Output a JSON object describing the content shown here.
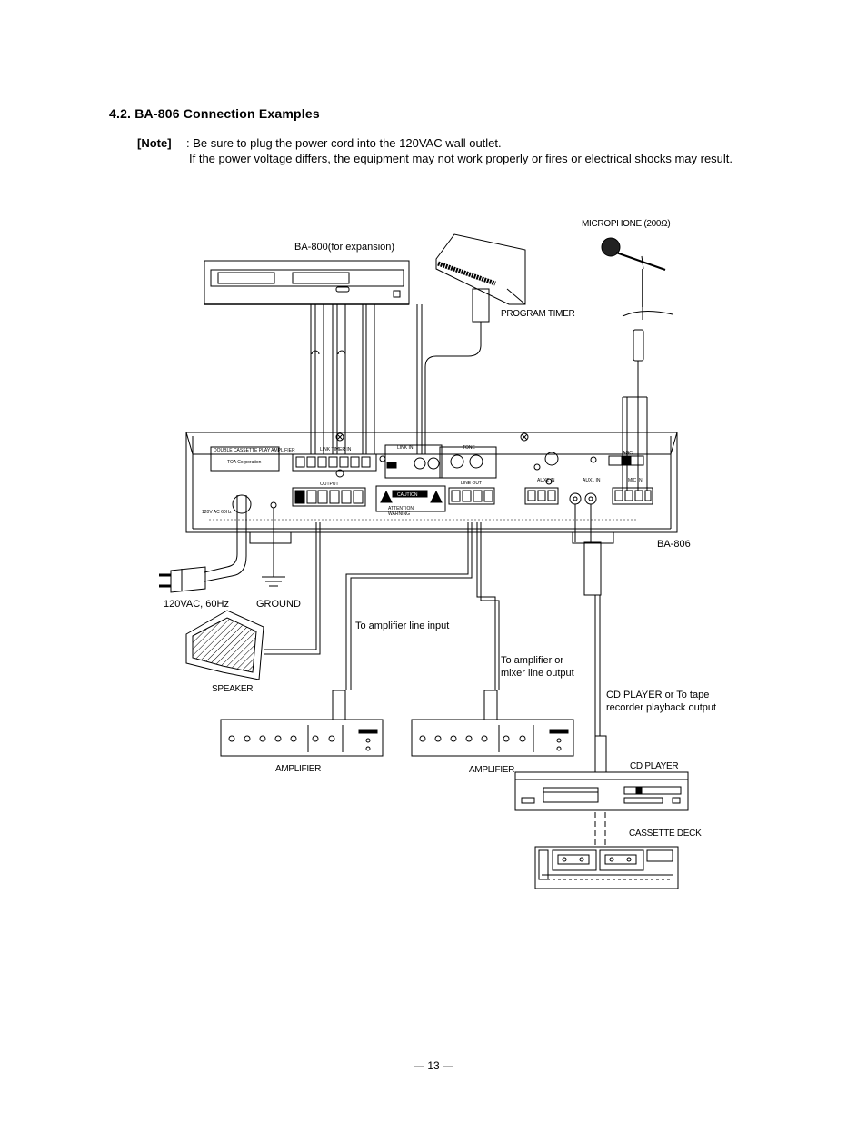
{
  "section": {
    "title": "4.2. BA-806 Connection Examples"
  },
  "note": {
    "key": "[Note]",
    "line1": ": Be sure to plug the power cord into the 120VAC wall outlet.",
    "body": "If the power voltage differs, the equipment may not work properly or fires or electrical shocks may result."
  },
  "labels": {
    "ba800": "BA-800(for expansion)",
    "microphone": "MICROPHONE (200Ω)",
    "program_timer": "PROGRAM TIMER",
    "ba806": "BA-806",
    "power": "120VAC, 60Hz",
    "ground": "GROUND",
    "amp_line_input": "To amplifier line input",
    "mixer_out_1": "To amplifier or",
    "mixer_out_2": "mixer line output",
    "cd_out_1": "CD PLAYER or To tape",
    "cd_out_2": "recorder playback output",
    "speaker": "SPEAKER",
    "amplifier_1": "AMPLIFIER",
    "amplifier_2": "AMPLIFIER",
    "cd_player": "CD PLAYER",
    "cassette_deck": "CASSETTE DECK"
  },
  "panel": {
    "nameplate_1": "DOUBLE CASSETTE PLAY AMPLIFIER",
    "nameplate_2": "TOA Corporation",
    "link_timer": "LINK    TIMER IN",
    "link_in": "LINK IN",
    "tone": "TONE",
    "output": "OUTPUT",
    "line_out": "LINE OUT",
    "aux2": "AUX2  IN",
    "aux1": "AUX1  IN",
    "agc": "AGC",
    "mic_in": "MIC  IN",
    "caution": "CAUTION",
    "attention": "ATTENTION",
    "warning": "WARNING",
    "ac_rating": "120V AC 60Hz"
  },
  "footer": {
    "page": "— 13 —"
  }
}
